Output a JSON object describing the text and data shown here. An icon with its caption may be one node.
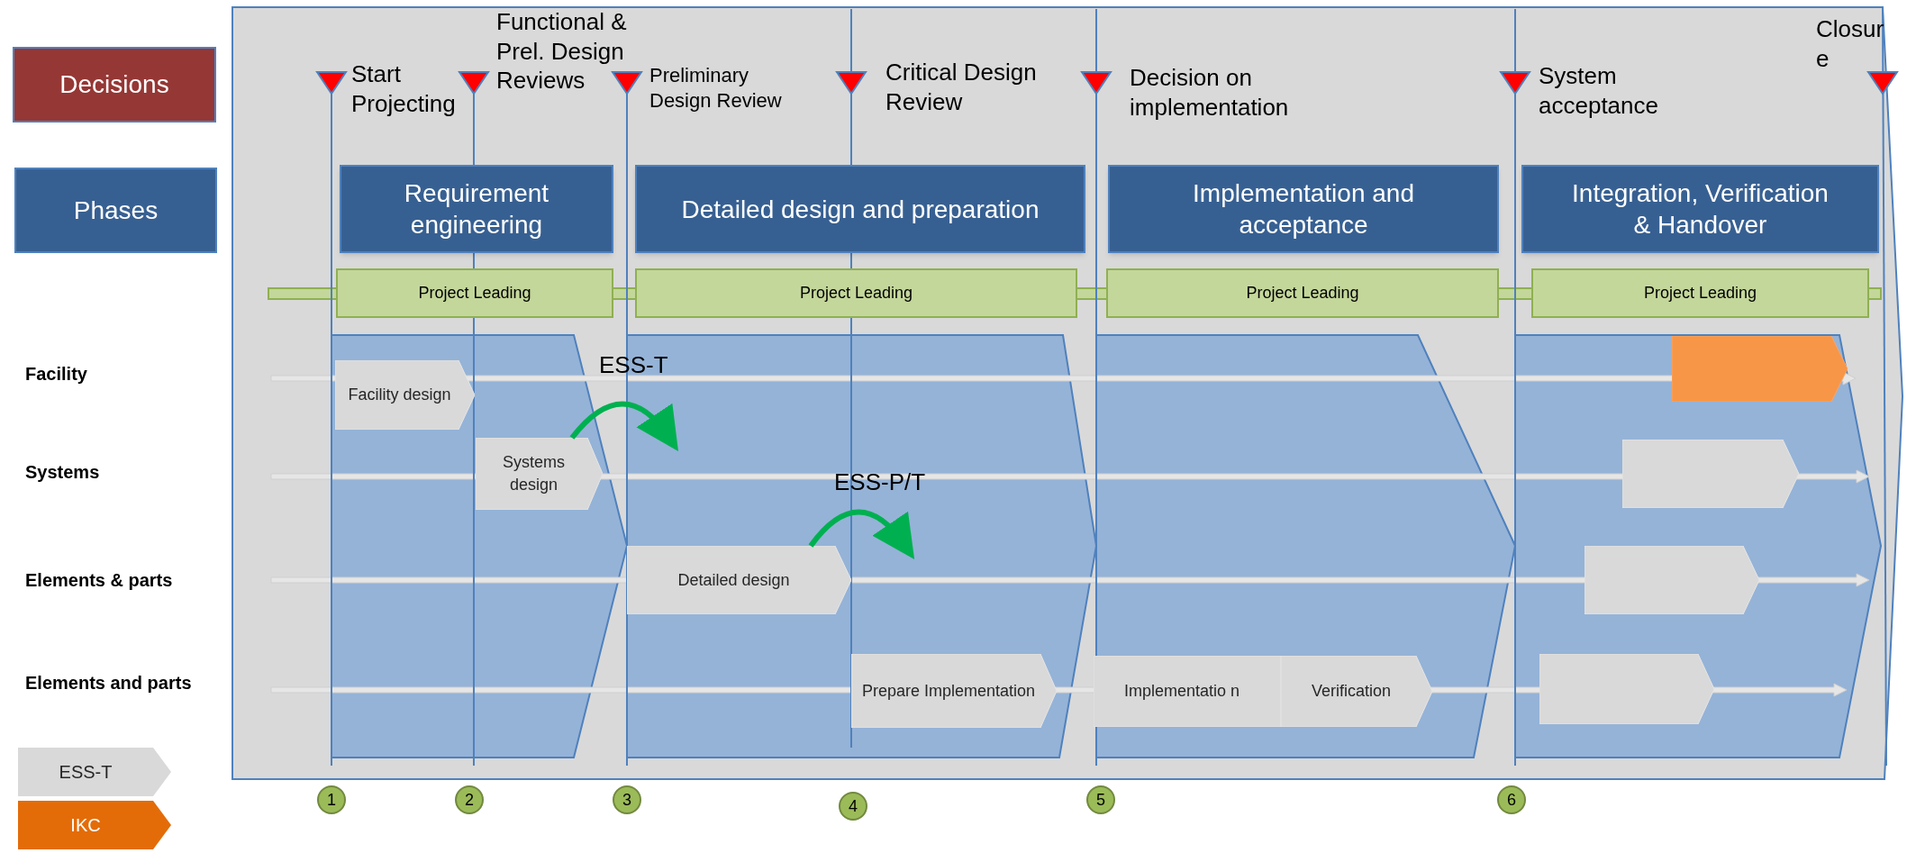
{
  "diagram": {
    "nodes": [
      {
        "text": [
          "Decisions"
        ]
      },
      {
        "text": [
          "Phases"
        ]
      },
      {
        "text": [
          "Requirement engineering"
        ]
      },
      {
        "text": [
          "Detailed design and preparation"
        ]
      },
      {
        "text": [
          "Implementation and acceptance"
        ]
      },
      {
        "text": [
          "Integration, Verification & Handover"
        ]
      },
      {
        "text": [
          "Project Leading"
        ]
      },
      {
        "text": [
          "Project Leading"
        ]
      },
      {
        "text": [
          "Project Leading"
        ]
      },
      {
        "text": [
          "Project Leading"
        ]
      },
      {
        "text": [
          "Facility design"
        ]
      },
      {
        "text": [],
        "shape": "chevron"
      },
      {
        "text": [
          "Systems design"
        ]
      },
      {
        "text": [],
        "shape": "chevron"
      },
      {
        "text": [
          "Detailed design"
        ]
      },
      {
        "text": [],
        "shape": "chevron"
      },
      {
        "text": [
          "Prepare Implementation"
        ]
      },
      {
        "text": [
          "Implementatio n"
        ]
      },
      {
        "text": [
          "Verification"
        ]
      },
      {
        "text": [],
        "shape": "chevron"
      },
      {
        "text": [
          "1"
        ]
      },
      {
        "text": [
          "2"
        ]
      },
      {
        "text": [
          "3"
        ]
      },
      {
        "text": [
          "4"
        ]
      },
      {
        "text": [
          "5"
        ]
      },
      {
        "text": [
          "6"
        ]
      }
    ],
    "edges": [
      {
        "from": 12,
        "to": null,
        "arrow": "to",
        "label": "ESS-T"
      },
      {
        "from": 14,
        "to": null,
        "arrow": "to",
        "label": "ESS-P/T"
      }
    ],
    "labels": [
      "Start Projecting",
      "Functional & Prel. Design Reviews",
      "Preliminary Design Review",
      "Critical Design Review",
      "Decision on implementation",
      "System acceptance",
      "Closur e",
      "Facility",
      "Systems",
      "Elements & parts",
      "Elements and parts"
    ],
    "legend": [
      {
        "text": "ESS-T",
        "color": "#d9d9d9"
      },
      {
        "text": "IKC",
        "color": "#e36c09"
      }
    ]
  }
}
